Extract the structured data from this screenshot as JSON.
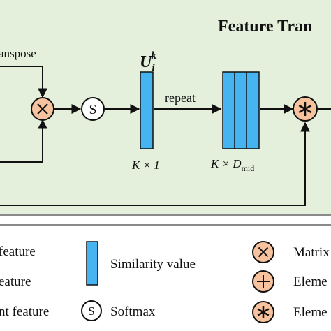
{
  "module": {
    "title": "Feature Tran",
    "transpose_label": "anspose",
    "similarity_symbol": "U",
    "similarity_sup": "k",
    "similarity_sub": "i",
    "repeat_label": "repeat",
    "k_by_1_label": "K × 1",
    "k_by_d_label": "K × D",
    "k_by_d_sub": "mid",
    "softmax_symbol": "S"
  },
  "legend": {
    "items": [
      {
        "label": "feature"
      },
      {
        "label": "eature"
      },
      {
        "label": "nt feature"
      },
      {
        "label": "Similarity value"
      },
      {
        "label": "Softmax"
      },
      {
        "label": "Matrix"
      },
      {
        "label": "Eleme"
      },
      {
        "label": "Eleme"
      }
    ]
  },
  "colors": {
    "panel_bg": "#e5f0dc",
    "panel_border": "#8a8a8a",
    "bar_fill": "#45b4f0",
    "operator_fill": "#f7c29e",
    "arrow": "#111111"
  }
}
